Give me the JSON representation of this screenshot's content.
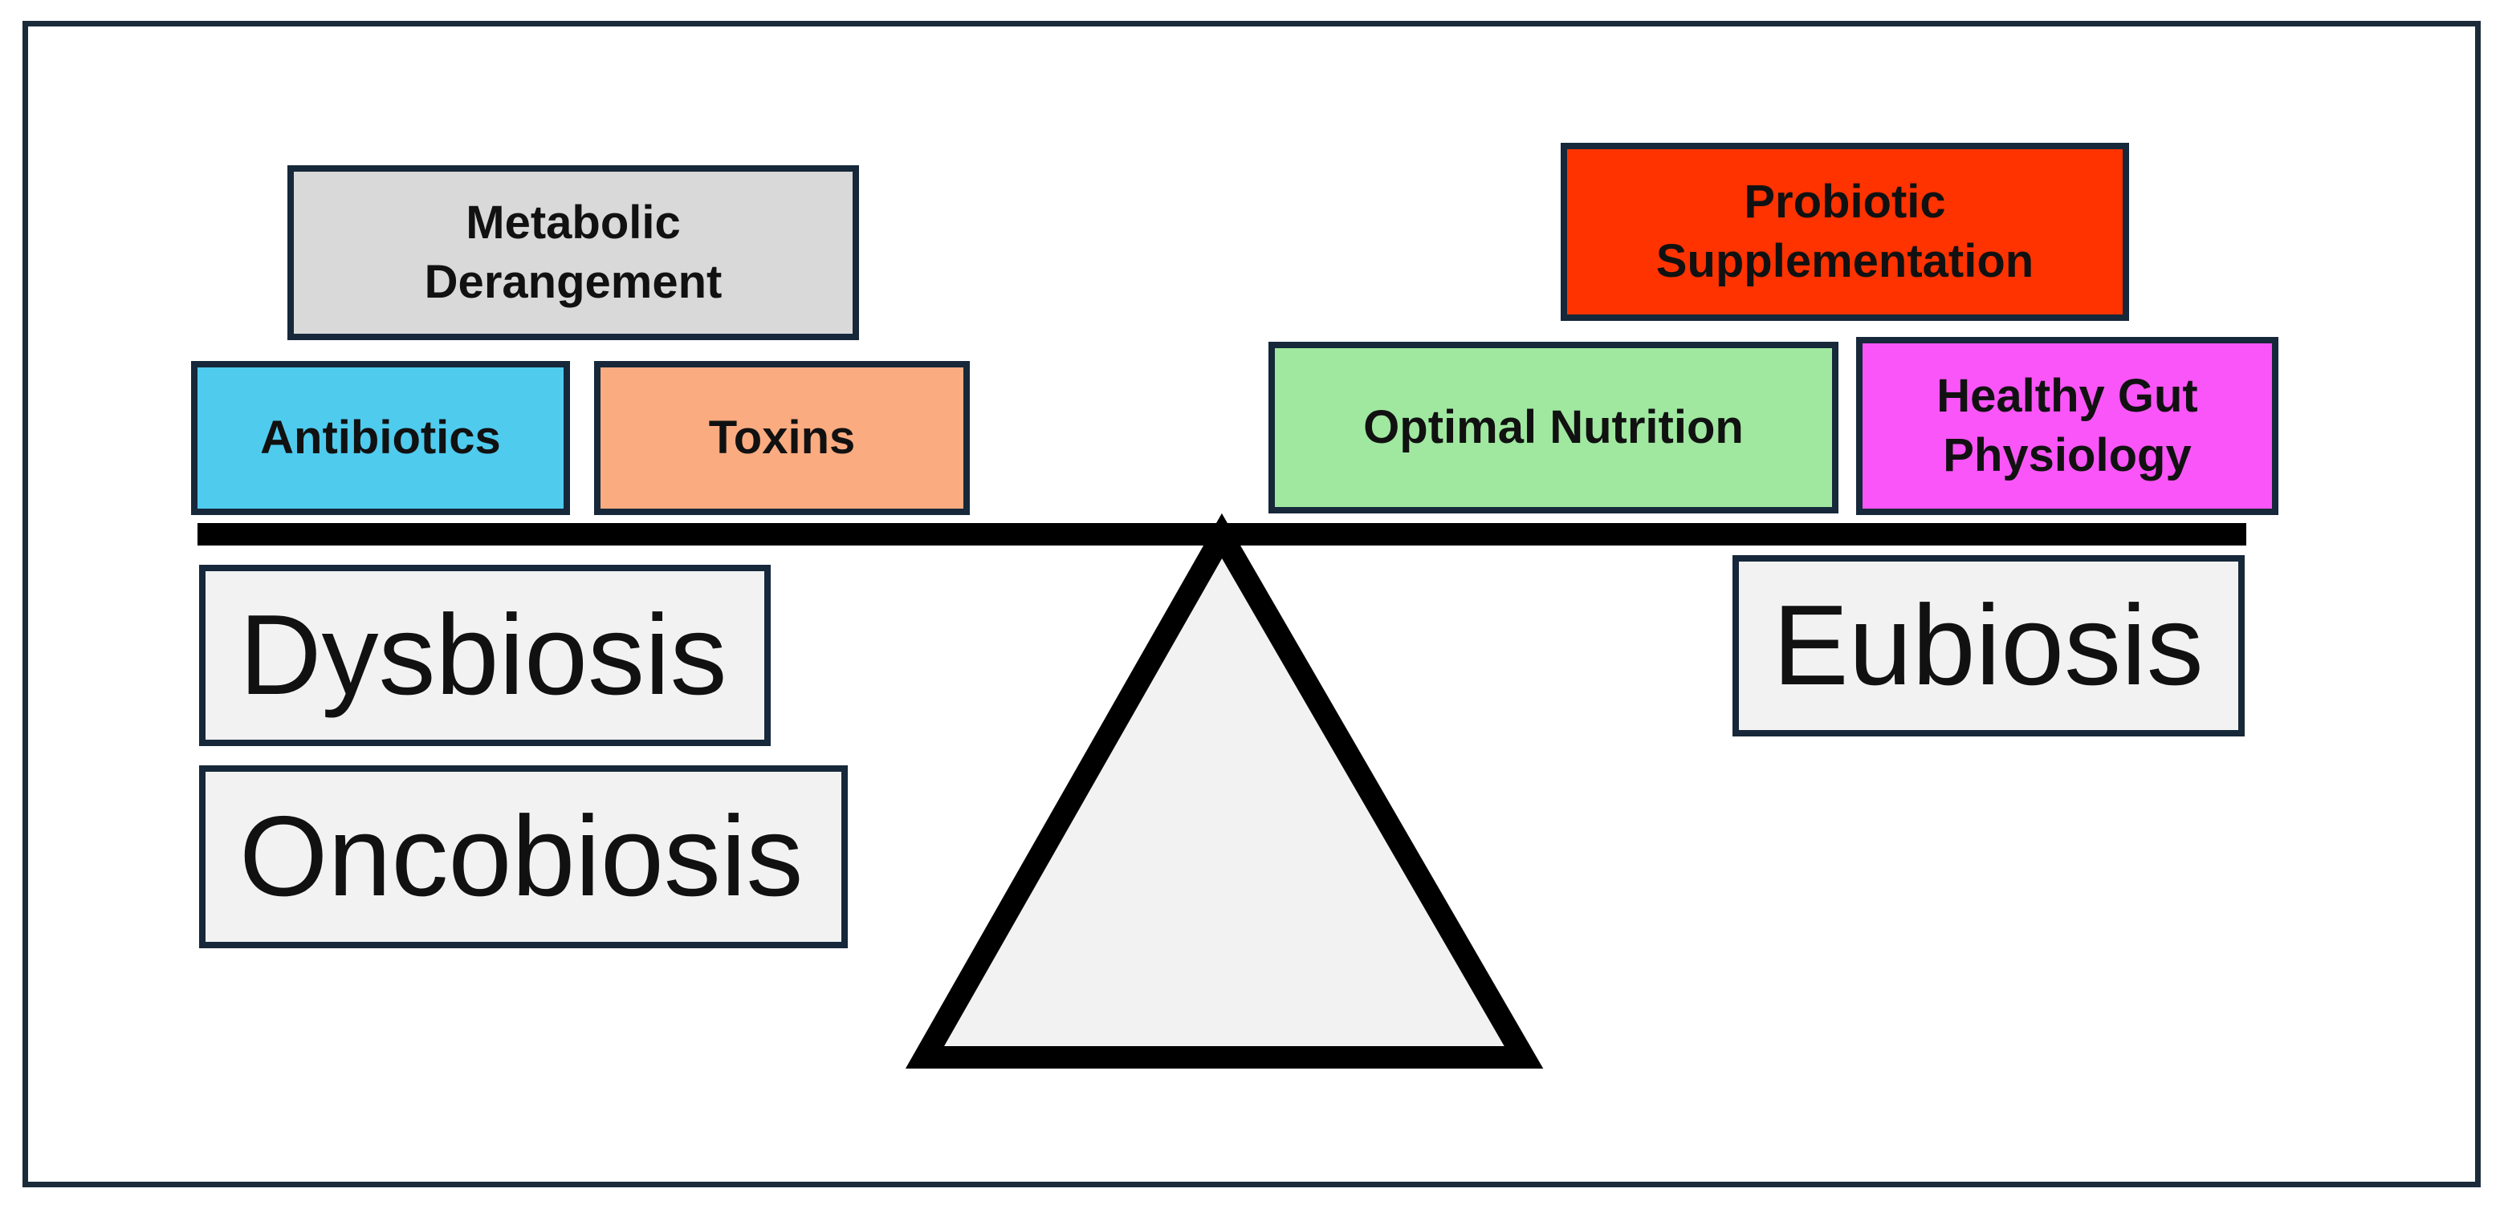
{
  "left_side": {
    "factors": [
      {
        "id": "metabolic",
        "label_lines": [
          "Metabolic",
          "Derangement"
        ],
        "color": "#d9d9d9"
      },
      {
        "id": "antibiotics",
        "label_lines": [
          "Antibiotics"
        ],
        "color": "#4fcbee"
      },
      {
        "id": "toxins",
        "label_lines": [
          "Toxins"
        ],
        "color": "#fbab80"
      }
    ],
    "states": [
      "Dysbiosis",
      "Oncobiosis"
    ]
  },
  "right_side": {
    "factors": [
      {
        "id": "probiotic",
        "label_lines": [
          "Probiotic",
          "Supplementation"
        ],
        "color": "#ff3300"
      },
      {
        "id": "nutrition",
        "label_lines": [
          "Optimal Nutrition"
        ],
        "color": "#a0e8a0"
      },
      {
        "id": "gut",
        "label_lines": [
          "Healthy Gut",
          "Physiology"
        ],
        "color": "#fa55f8"
      }
    ],
    "states": [
      "Eubiosis"
    ]
  },
  "colors": {
    "border": "#16283a",
    "beam": "#000000",
    "fulcrum_fill": "#f2f2f2",
    "state_fill": "#f2f2f2"
  },
  "icons": {
    "beam": "balance-beam",
    "fulcrum": "triangle-fulcrum"
  }
}
